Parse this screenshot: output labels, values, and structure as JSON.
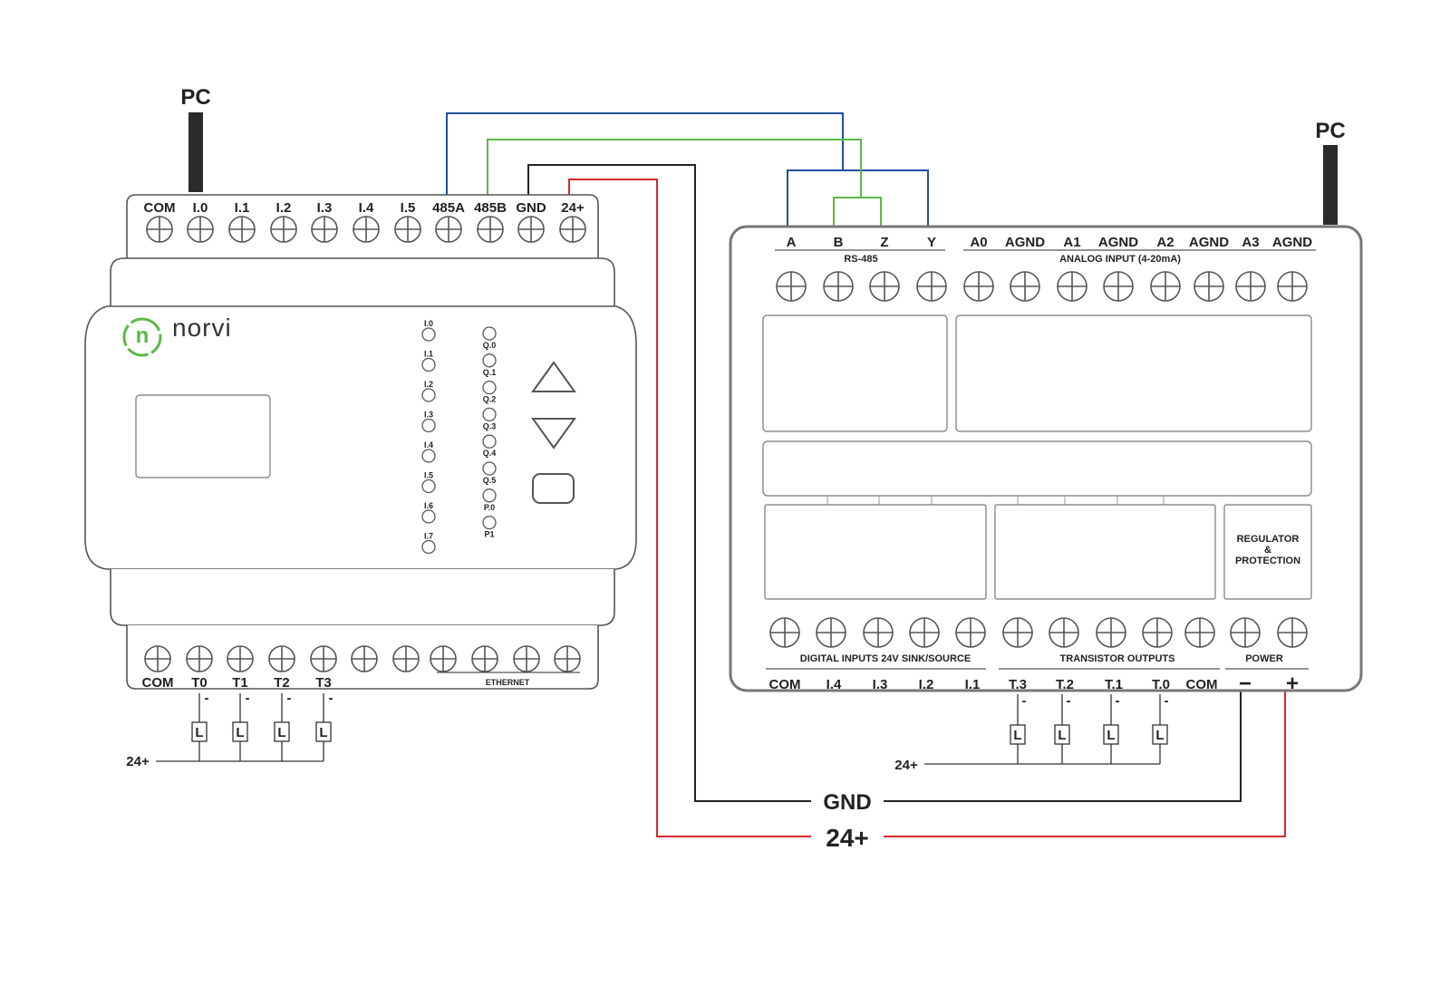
{
  "colors": {
    "wire_blue": "#1f4fa0",
    "wire_green": "#5cb848",
    "wire_black": "#222222",
    "wire_red": "#d42a2a",
    "logo_green": "#5cb848",
    "outline": "#555555"
  },
  "left_device": {
    "pc_label": "PC",
    "brand": "norvi",
    "logo_icon": "norvi-gear-logo-icon",
    "top_terminals": [
      "COM",
      "I.0",
      "I.1",
      "I.2",
      "I.3",
      "I.4",
      "I.5",
      "485A",
      "485B",
      "GND",
      "24+"
    ],
    "bottom_terminals": [
      "COM",
      "T0",
      "T1",
      "T2",
      "T3"
    ],
    "ethernet_label": "ETHERNET",
    "input_leds": [
      "I.0",
      "I.1",
      "I.2",
      "I.3",
      "I.4",
      "I.5",
      "I.6",
      "I.7"
    ],
    "output_leds": [
      "Q.0",
      "Q.1",
      "Q.2",
      "Q.3",
      "Q.4",
      "Q.5",
      "P.0",
      "P1"
    ],
    "load_label": "L",
    "minus": "-",
    "supply_label": "24+"
  },
  "right_device": {
    "pc_label": "PC",
    "top_labels": [
      "A",
      "B",
      "Z",
      "Y",
      "A0",
      "AGND",
      "A1",
      "AGND",
      "A2",
      "AGND",
      "A3",
      "AGND"
    ],
    "rs485_label": "RS-485",
    "analog_label": "ANALOG INPUT (4-20mA)",
    "regulator_lines": [
      "REGULATOR",
      "&",
      "PROTECTION"
    ],
    "digital_inputs_label": "DIGITAL INPUTS 24V SINK/SOURCE",
    "transistor_outputs_label": "TRANSISTOR OUTPUTS",
    "power_label": "POWER",
    "bottom_labels": [
      "COM",
      "I.4",
      "I.3",
      "I.2",
      "I.1",
      "T.3",
      "T.2",
      "T.1",
      "T.0",
      "COM",
      "−",
      "+"
    ],
    "load_label": "L",
    "minus": "-",
    "supply_label": "24+"
  },
  "bus": {
    "gnd_label": "GND",
    "v24_label": "24+"
  }
}
